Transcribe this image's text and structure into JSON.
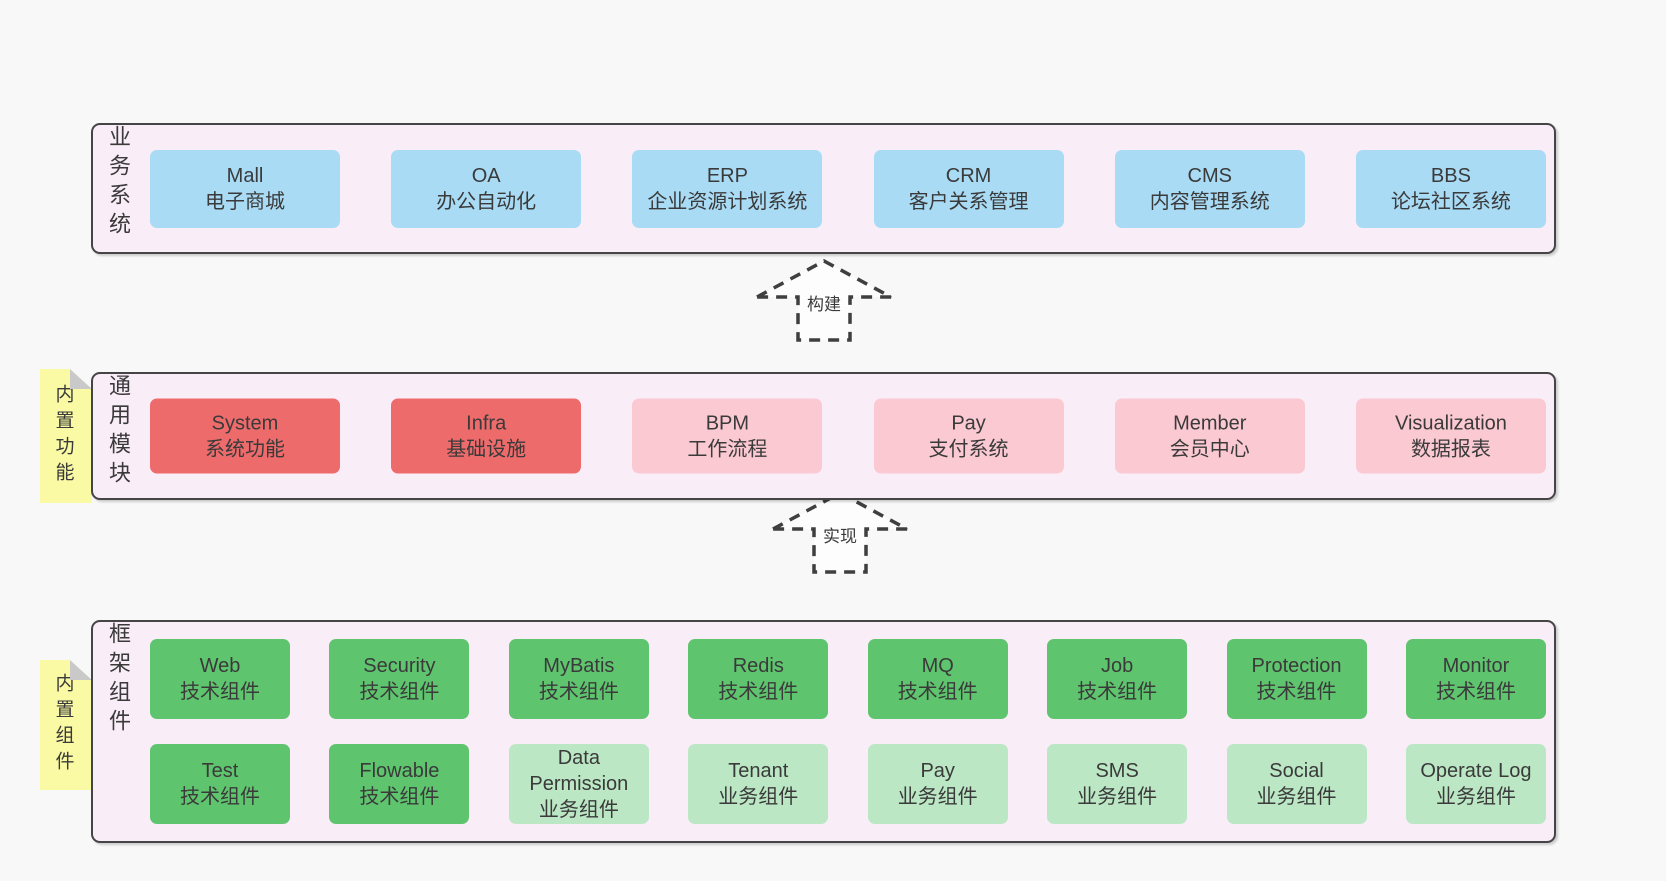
{
  "colors": {
    "pageBg": "#f8f8f8",
    "containerBg": "#f9edf7",
    "border": "#454545",
    "text": "#3a3a3a",
    "blue": "#a9dbf5",
    "red": "#ee6b6c",
    "pink": "#fbc9d2",
    "greenDark": "#5fc46e",
    "greenLight": "#bbe7c4",
    "note": "#fafaa4",
    "noteFold": "#c9c9c9",
    "arrowStroke": "#3f3f3f"
  },
  "arrows": {
    "build": "构建",
    "implement": "实现"
  },
  "business": {
    "label": "业务系统",
    "boxes": [
      {
        "name": "Mall",
        "desc": "电子商城"
      },
      {
        "name": "OA",
        "desc": "办公自动化"
      },
      {
        "name": "ERP",
        "desc": "企业资源计划系统"
      },
      {
        "name": "CRM",
        "desc": "客户关系管理"
      },
      {
        "name": "CMS",
        "desc": "内容管理系统"
      },
      {
        "name": "BBS",
        "desc": "论坛社区系统"
      }
    ]
  },
  "modules": {
    "label": "通用模块",
    "sticky": "内置功能",
    "boxes": [
      {
        "name": "System",
        "desc": "系统功能"
      },
      {
        "name": "Infra",
        "desc": "基础设施"
      },
      {
        "name": "BPM",
        "desc": "工作流程"
      },
      {
        "name": "Pay",
        "desc": "支付系统"
      },
      {
        "name": "Member",
        "desc": "会员中心"
      },
      {
        "name": "Visualization",
        "desc": "数据报表"
      }
    ]
  },
  "components": {
    "label": "框架组件",
    "sticky": "内置组件",
    "row1": [
      {
        "name": "Web",
        "desc": "技术组件"
      },
      {
        "name": "Security",
        "desc": "技术组件"
      },
      {
        "name": "MyBatis",
        "desc": "技术组件"
      },
      {
        "name": "Redis",
        "desc": "技术组件"
      },
      {
        "name": "MQ",
        "desc": "技术组件"
      },
      {
        "name": "Job",
        "desc": "技术组件"
      },
      {
        "name": "Protection",
        "desc": "技术组件"
      },
      {
        "name": "Monitor",
        "desc": "技术组件"
      }
    ],
    "row2": [
      {
        "name": "Test",
        "desc": "技术组件"
      },
      {
        "name": "Flowable",
        "desc": "技术组件"
      },
      {
        "name": "Data Permission",
        "desc": "业务组件"
      },
      {
        "name": "Tenant",
        "desc": "业务组件"
      },
      {
        "name": "Pay",
        "desc": "业务组件"
      },
      {
        "name": "SMS",
        "desc": "业务组件"
      },
      {
        "name": "Social",
        "desc": "业务组件"
      },
      {
        "name": "Operate Log",
        "desc": "业务组件"
      }
    ]
  }
}
